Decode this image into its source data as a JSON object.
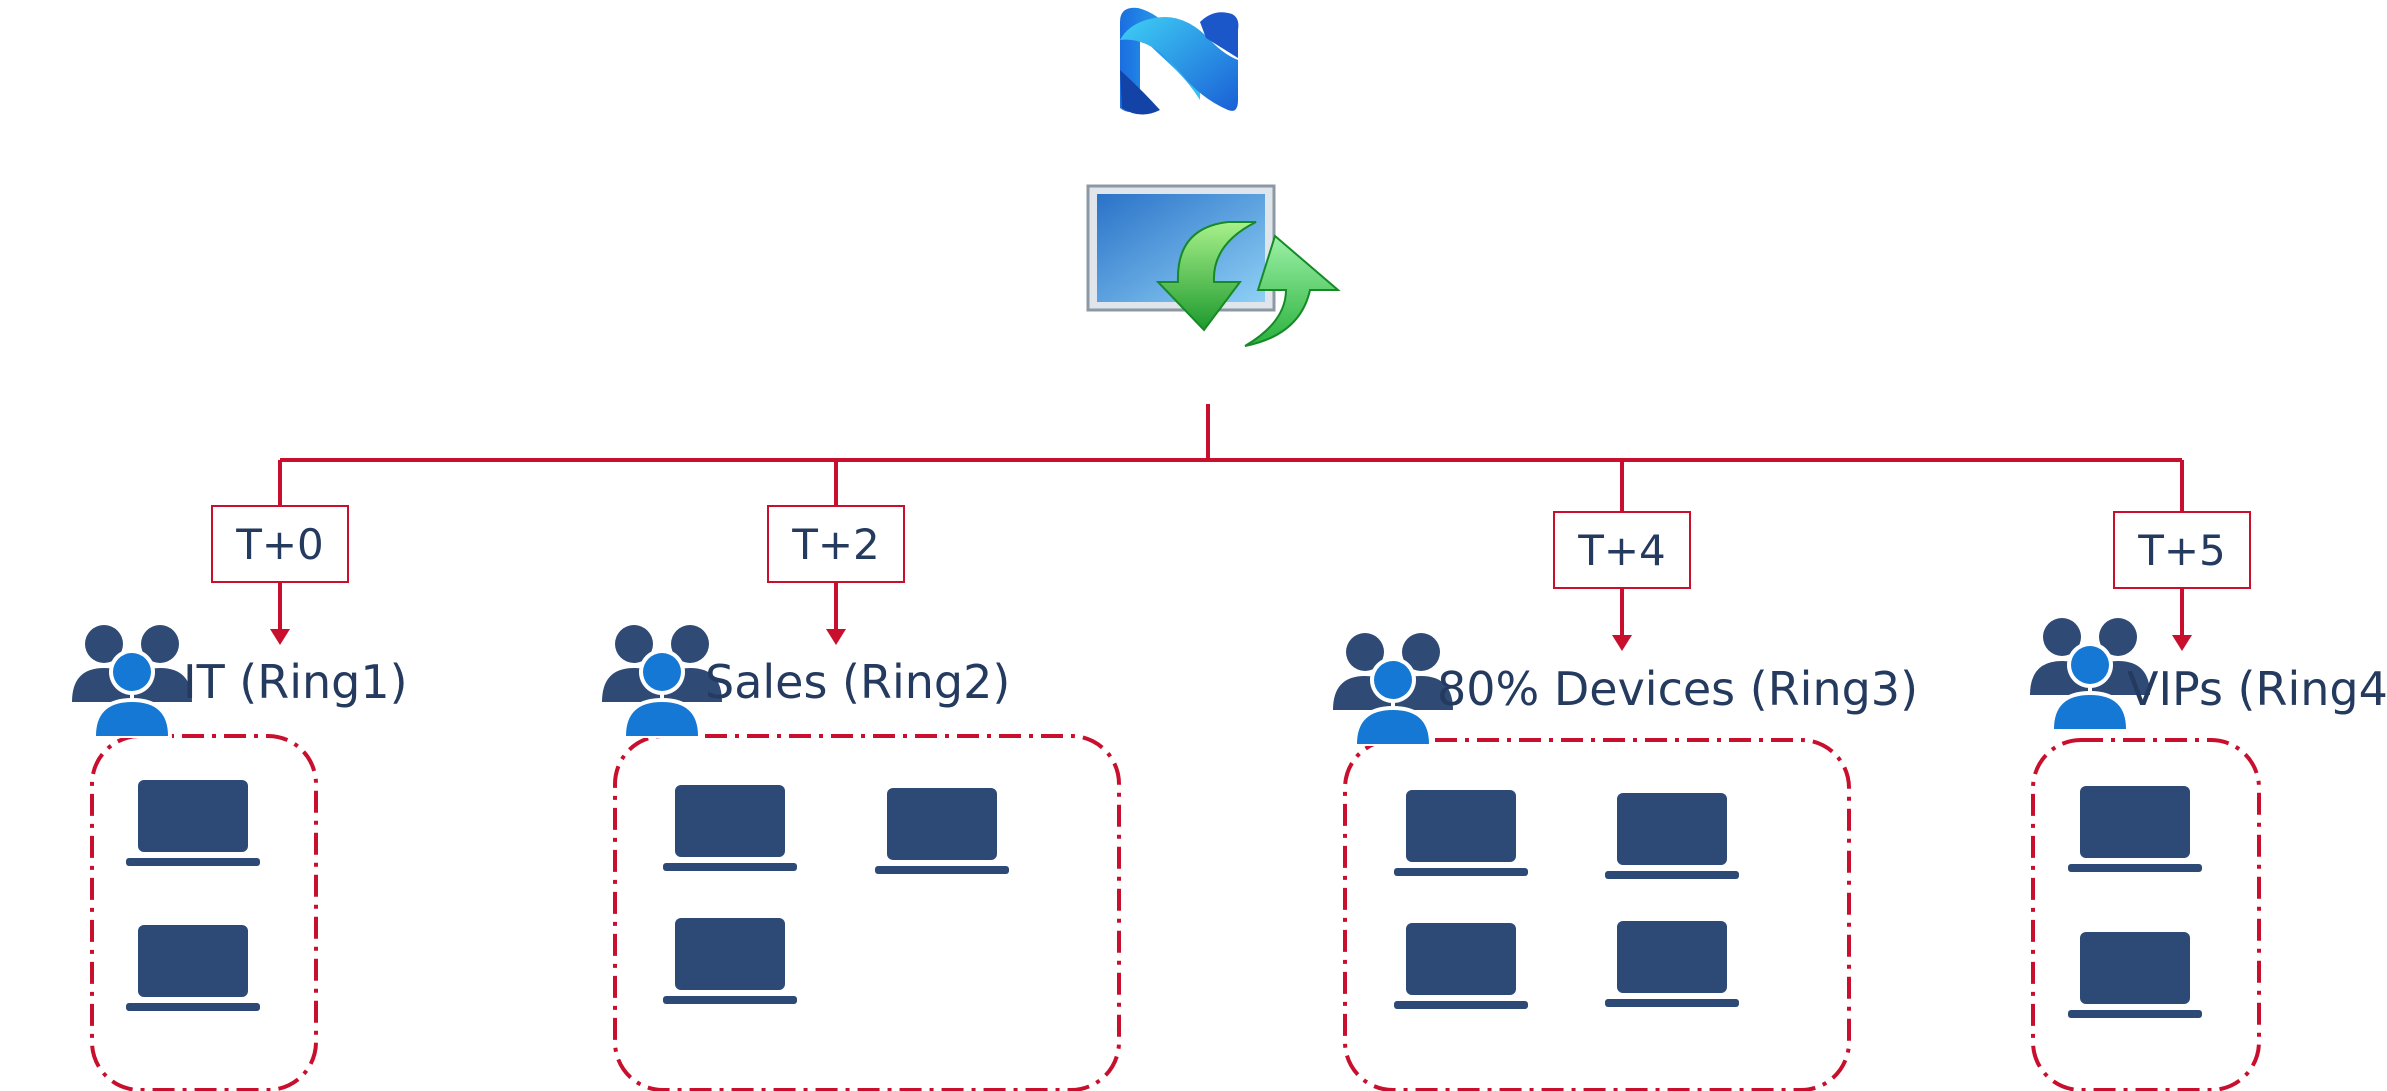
{
  "colors": {
    "connector": "#c8102e",
    "group_border": "#c8102e",
    "text": "#243a5e",
    "laptop": "#2d4a76",
    "user_dark": "#2f4a75",
    "user_accent": "#1478d4"
  },
  "top_logo_icon": "blue-n-logo-icon",
  "update_icon": "windows-update-icon",
  "rings": [
    {
      "name": "IT (Ring1)",
      "delay": "T+0",
      "devices": 2,
      "icon": "user-group-icon"
    },
    {
      "name": "Sales (Ring2)",
      "delay": "T+2",
      "devices": 3,
      "icon": "user-group-icon"
    },
    {
      "name": "80% Devices (Ring3)",
      "delay": "T+4",
      "devices": 4,
      "icon": "user-group-icon"
    },
    {
      "name": "VIPs (Ring4)",
      "delay": "T+5",
      "devices": 2,
      "icon": "user-group-icon"
    }
  ]
}
